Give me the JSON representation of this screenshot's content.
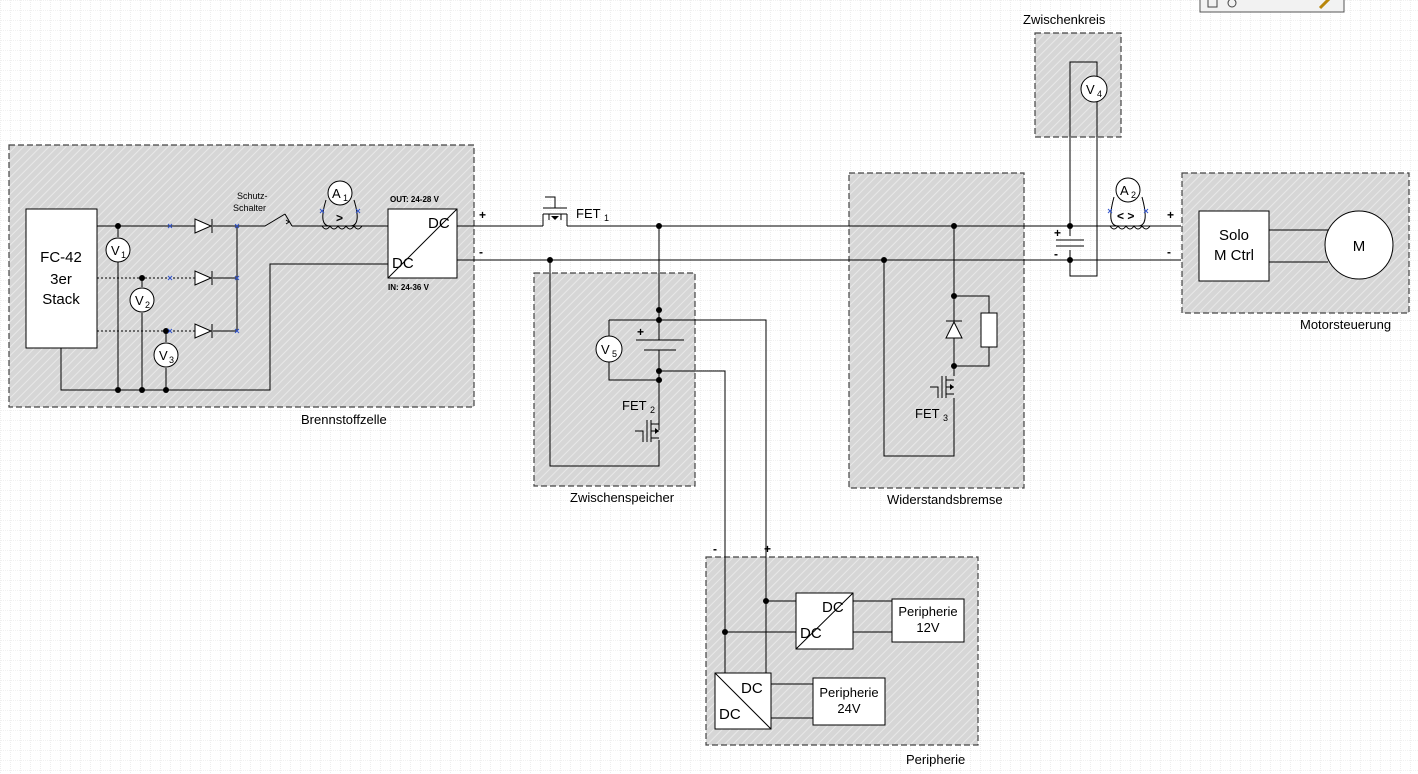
{
  "zones": {
    "brennstoffzelle": "Brennstoffzelle",
    "zwischenspeicher": "Zwischenspeicher",
    "widerstandsbremse": "Widerstandsbremse",
    "zwischenkreis": "Zwischenkreis",
    "motorsteuerung": "Motorsteuerung",
    "peripherie": "Peripherie"
  },
  "fc_stack": {
    "line1": "FC-42",
    "line2": "3er",
    "line3": "Stack"
  },
  "switch_label": {
    "line1": "Schutz-",
    "line2": "Schalter"
  },
  "converter_main": {
    "top": "DC",
    "bottom": "DC",
    "out_label": "OUT: 24-28 V",
    "in_label": "IN: 24-36 V"
  },
  "meters": {
    "v1": {
      "letter": "V",
      "sub": "1"
    },
    "v2": {
      "letter": "V",
      "sub": "2"
    },
    "v3": {
      "letter": "V",
      "sub": "3"
    },
    "v4": {
      "letter": "V",
      "sub": "4"
    },
    "v5": {
      "letter": "V",
      "sub": "5"
    },
    "a1": {
      "letter": "A",
      "sub": "1",
      "arrow": ">"
    },
    "a2": {
      "letter": "A",
      "sub": "2",
      "arrow": "< >"
    }
  },
  "fets": {
    "fet1": {
      "name": "FET",
      "sub": "1"
    },
    "fet2": {
      "name": "FET",
      "sub": "2"
    },
    "fet3": {
      "name": "FET",
      "sub": "3"
    }
  },
  "motor_ctrl": {
    "line1": "Solo",
    "line2": "M Ctrl"
  },
  "motor": "M",
  "signs": {
    "plus": "+",
    "minus": "-"
  },
  "periph_conv": {
    "top": "DC",
    "bottom": "DC"
  },
  "periph_12": {
    "line1": "Peripherie",
    "line2": "12V"
  },
  "periph_24": {
    "line1": "Peripherie",
    "line2": "24V"
  }
}
